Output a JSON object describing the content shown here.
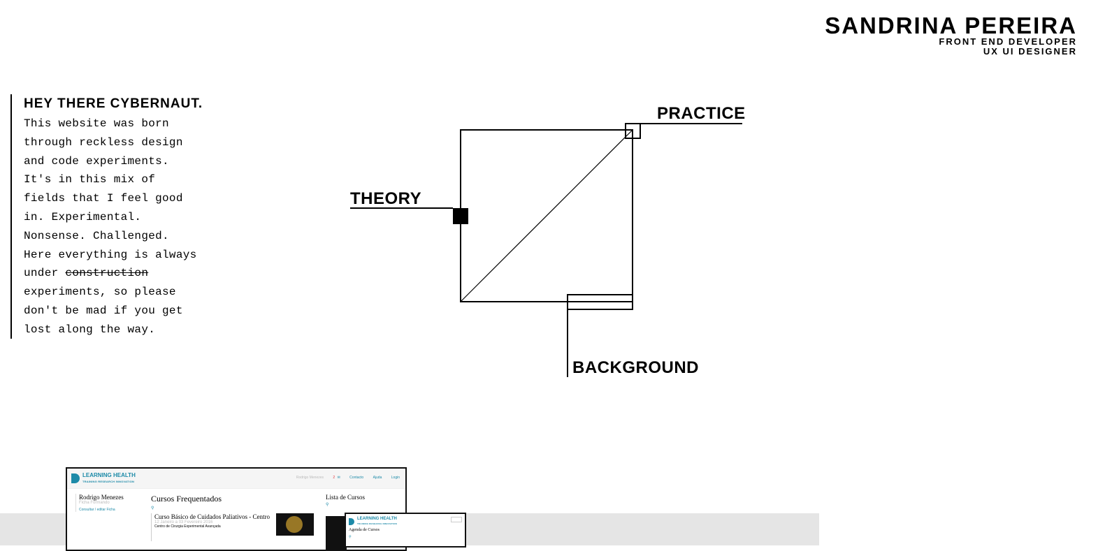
{
  "brand": {
    "name": "SANDRINA PEREIRA",
    "role_1": "FRONT END DEVELOPER",
    "role_2": "UX UI DESIGNER"
  },
  "intro": {
    "title": "HEY THERE CYBERNAUT.",
    "text_before": "This website was born through reckless design and code experiments. It's in this mix of fields that I feel good in. Experimental. Nonsense. Challenged. Here everything is always under ",
    "struck_word": "construction",
    "text_after": " experiments, so please don't be mad if you get lost along the way."
  },
  "diagram": {
    "practice_label": "PRACTICE",
    "theory_label": "THEORY",
    "background_label": "BACKGROUND"
  },
  "preview_1": {
    "logo_text": "LEARNING HEALTH",
    "logo_sub": "TRAINING RESEARCH INNOVATION",
    "nav_user": "Rodrigo Menezes",
    "nav_badge": "2",
    "nav_contact": "Contacto",
    "nav_help": "Ajuda",
    "nav_login": "Login",
    "side_user": "Rodrigo Menezes",
    "side_user_sub": "Ficha Formando",
    "side_link": "Consultar / editar Ficha",
    "main_heading": "Cursos Frequentados",
    "card_title": "Curso Básico de Cuidados Paliativos - Centro",
    "card_date": "12 Janeiro a 03 Fevereiro 2016",
    "card_location": "Centro de Cirurgia Experimental Avançada",
    "right_heading": "Lista de Cursos"
  },
  "preview_2": {
    "logo_text": "LEARNING HEALTH",
    "logo_sub": "TRAINING RESEARCH INNOVATION",
    "title": "Agenda de Cursos"
  },
  "colors": {
    "accent": "#1d8aa8",
    "band": "#e5e5e5",
    "badge": "#e0323a"
  },
  "icons": {
    "search": "search-icon",
    "mail": "mail-icon"
  }
}
